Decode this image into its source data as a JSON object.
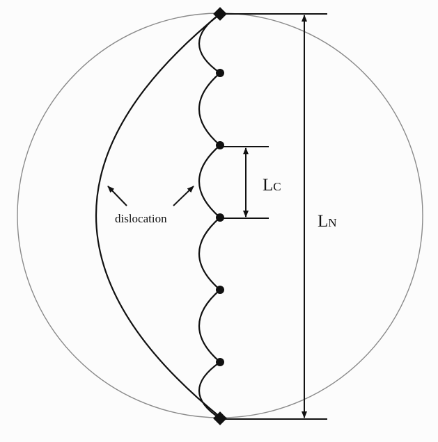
{
  "labels": {
    "lc_main": "L",
    "lc_sub": "C",
    "ln_main": "L",
    "ln_sub": "N",
    "dislocation": "dislocation"
  },
  "colors": {
    "circle": "#8a8a8a",
    "ink": "#111111",
    "background": "#fcfcfc"
  }
}
